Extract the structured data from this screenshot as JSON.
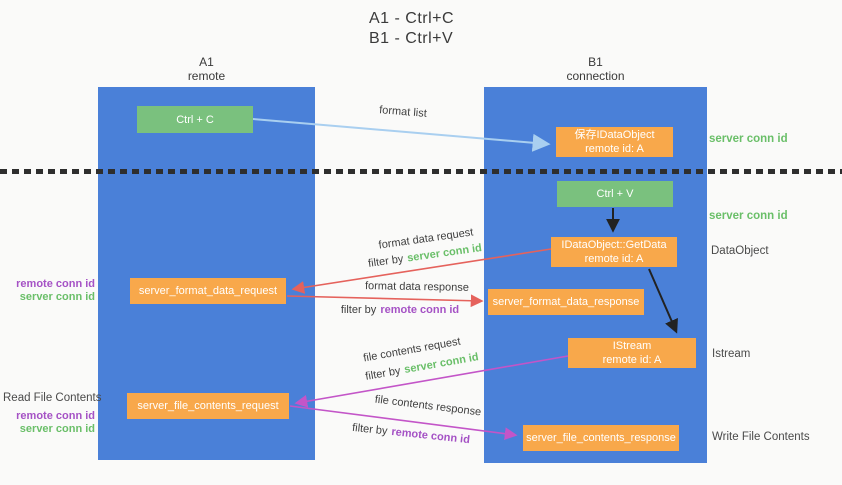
{
  "title": {
    "line1": "A1 - Ctrl+C",
    "line2": "B1 - Ctrl+V"
  },
  "lanes": {
    "a": {
      "name": "A1",
      "role": "remote"
    },
    "b": {
      "name": "B1",
      "role": "connection"
    }
  },
  "nodes": {
    "ctrl_c": {
      "label": "Ctrl + C"
    },
    "ctrl_v": {
      "label": "Ctrl + V"
    },
    "save_dataobject": {
      "line1": "保存IDataObject",
      "line2": "remote id: A"
    },
    "getdata": {
      "line1": "IDataObject::GetData",
      "line2": "remote id: A"
    },
    "istream": {
      "line1": "IStream",
      "line2": "remote id: A"
    },
    "format_request": {
      "label": "server_format_data_request"
    },
    "format_response": {
      "label": "server_format_data_response"
    },
    "file_request": {
      "label": "server_file_contents_request"
    },
    "file_response": {
      "label": "server_file_contents_response"
    }
  },
  "messages": {
    "format_list": {
      "text": "format list"
    },
    "format_data_request": {
      "text": "format data request",
      "filter_prefix": "filter by",
      "filter_key": "server conn id"
    },
    "format_data_response": {
      "text": "format data response",
      "filter_prefix": "filter by",
      "filter_key": "remote conn id"
    },
    "file_contents_request": {
      "text": "file contents request",
      "filter_prefix": "filter by",
      "filter_key": "server conn id"
    },
    "file_contents_response": {
      "text": "file contents response",
      "filter_prefix": "filter by",
      "filter_key": "remote conn id"
    }
  },
  "annotations": {
    "left": {
      "format_remote": "remote conn id",
      "format_server": "server conn id",
      "read_file": "Read File Contents",
      "file_remote": "remote conn id",
      "file_server": "server conn id"
    },
    "right": {
      "server_conn_id_top": "server conn id",
      "server_conn_id_mid": "server conn id",
      "dataobject": "DataObject",
      "istream": "Istream",
      "write_file": "Write File Contents"
    }
  },
  "colors": {
    "lane_blue": "#4a80d8",
    "node_green": "#7ac17e",
    "node_orange": "#f8a84b",
    "arrow_lightblue": "#a9cff0",
    "arrow_red": "#e5625c",
    "arrow_magenta": "#c355c8",
    "arrow_black": "#222222",
    "text_green": "#6abf69",
    "text_purple": "#a552c5",
    "divider_dark": "#2e2e2e",
    "background": "#fafaf9"
  }
}
